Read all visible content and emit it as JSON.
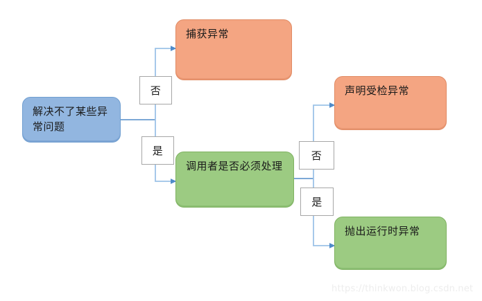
{
  "diagram": {
    "title": "Java exception handling decision flowchart",
    "colors": {
      "blue_fill": "#92b6e0",
      "blue_border": "#6f9ed0",
      "orange_fill": "#f4a582",
      "orange_border": "#e08a63",
      "green_fill": "#9ccb82",
      "green_border": "#7fb261",
      "connector": "#7aa9dc",
      "label_border": "#a6a6a6",
      "watermark": "#ededed"
    },
    "nodes": [
      {
        "id": "start",
        "text": "解决不了某些异常问题",
        "shape": "rounded-rect",
        "color": "blue"
      },
      {
        "id": "catch",
        "text": "捕获异常",
        "shape": "rounded-rect",
        "color": "orange"
      },
      {
        "id": "caller-must",
        "text": "调用者是否必须处理",
        "shape": "rounded-rect",
        "color": "green"
      },
      {
        "id": "declare-checked",
        "text": "声明受检异常",
        "shape": "rounded-rect",
        "color": "orange"
      },
      {
        "id": "throw-runtime",
        "text": "抛出运行时异常",
        "shape": "rounded-rect",
        "color": "green"
      }
    ],
    "edge_labels": [
      {
        "id": "no-1",
        "text": "否",
        "from": "start",
        "to": "catch"
      },
      {
        "id": "yes-1",
        "text": "是",
        "from": "start",
        "to": "caller-must"
      },
      {
        "id": "no-2",
        "text": "否",
        "from": "caller-must",
        "to": "declare-checked"
      },
      {
        "id": "yes-2",
        "text": "是",
        "from": "caller-must",
        "to": "throw-runtime"
      }
    ],
    "watermark": "https://thinkwon.blog.csdn.net"
  }
}
